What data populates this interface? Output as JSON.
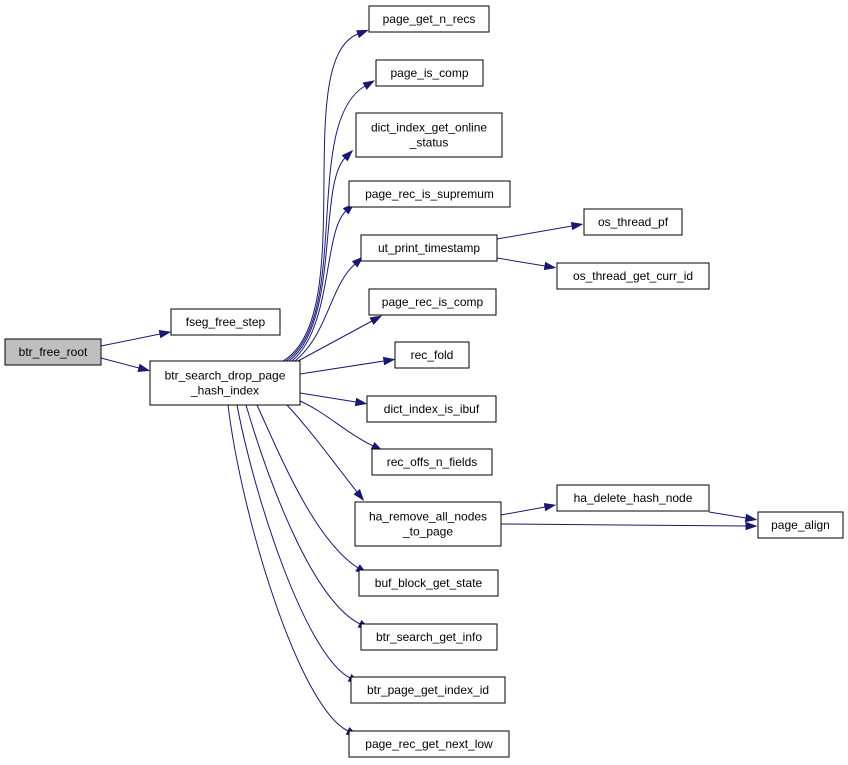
{
  "graph": {
    "root": "btr_free_root",
    "edge_color": "#191970",
    "root_fill": "#bfbfbf",
    "nodes": [
      {
        "id": "btr_free_root",
        "lines": [
          "btr_free_root"
        ]
      },
      {
        "id": "fseg_free_step",
        "lines": [
          "fseg_free_step"
        ]
      },
      {
        "id": "btr_search_drop_page_hash_index",
        "lines": [
          "btr_search_drop_page",
          "_hash_index"
        ]
      },
      {
        "id": "page_get_n_recs",
        "lines": [
          "page_get_n_recs"
        ]
      },
      {
        "id": "page_is_comp",
        "lines": [
          "page_is_comp"
        ]
      },
      {
        "id": "dict_index_get_online_status",
        "lines": [
          "dict_index_get_online",
          "_status"
        ]
      },
      {
        "id": "page_rec_is_supremum",
        "lines": [
          "page_rec_is_supremum"
        ]
      },
      {
        "id": "ut_print_timestamp",
        "lines": [
          "ut_print_timestamp"
        ]
      },
      {
        "id": "os_thread_pf",
        "lines": [
          "os_thread_pf"
        ]
      },
      {
        "id": "os_thread_get_curr_id",
        "lines": [
          "os_thread_get_curr_id"
        ]
      },
      {
        "id": "page_rec_is_comp",
        "lines": [
          "page_rec_is_comp"
        ]
      },
      {
        "id": "rec_fold",
        "lines": [
          "rec_fold"
        ]
      },
      {
        "id": "dict_index_is_ibuf",
        "lines": [
          "dict_index_is_ibuf"
        ]
      },
      {
        "id": "rec_offs_n_fields",
        "lines": [
          "rec_offs_n_fields"
        ]
      },
      {
        "id": "ha_remove_all_nodes_to_page",
        "lines": [
          "ha_remove_all_nodes",
          "_to_page"
        ]
      },
      {
        "id": "ha_delete_hash_node",
        "lines": [
          "ha_delete_hash_node"
        ]
      },
      {
        "id": "page_align",
        "lines": [
          "page_align"
        ]
      },
      {
        "id": "buf_block_get_state",
        "lines": [
          "buf_block_get_state"
        ]
      },
      {
        "id": "btr_search_get_info",
        "lines": [
          "btr_search_get_info"
        ]
      },
      {
        "id": "btr_page_get_index_id",
        "lines": [
          "btr_page_get_index_id"
        ]
      },
      {
        "id": "page_rec_get_next_low",
        "lines": [
          "page_rec_get_next_low"
        ]
      }
    ],
    "edges": [
      [
        "btr_free_root",
        "fseg_free_step"
      ],
      [
        "btr_free_root",
        "btr_search_drop_page_hash_index"
      ],
      [
        "btr_search_drop_page_hash_index",
        "page_get_n_recs"
      ],
      [
        "btr_search_drop_page_hash_index",
        "page_is_comp"
      ],
      [
        "btr_search_drop_page_hash_index",
        "dict_index_get_online_status"
      ],
      [
        "btr_search_drop_page_hash_index",
        "page_rec_is_supremum"
      ],
      [
        "btr_search_drop_page_hash_index",
        "ut_print_timestamp"
      ],
      [
        "btr_search_drop_page_hash_index",
        "page_rec_is_comp"
      ],
      [
        "btr_search_drop_page_hash_index",
        "rec_fold"
      ],
      [
        "btr_search_drop_page_hash_index",
        "dict_index_is_ibuf"
      ],
      [
        "btr_search_drop_page_hash_index",
        "rec_offs_n_fields"
      ],
      [
        "btr_search_drop_page_hash_index",
        "ha_remove_all_nodes_to_page"
      ],
      [
        "btr_search_drop_page_hash_index",
        "buf_block_get_state"
      ],
      [
        "btr_search_drop_page_hash_index",
        "btr_search_get_info"
      ],
      [
        "btr_search_drop_page_hash_index",
        "btr_page_get_index_id"
      ],
      [
        "btr_search_drop_page_hash_index",
        "page_rec_get_next_low"
      ],
      [
        "ut_print_timestamp",
        "os_thread_pf"
      ],
      [
        "ut_print_timestamp",
        "os_thread_get_curr_id"
      ],
      [
        "ha_remove_all_nodes_to_page",
        "ha_delete_hash_node"
      ],
      [
        "ha_remove_all_nodes_to_page",
        "page_align"
      ],
      [
        "ha_delete_hash_node",
        "page_align"
      ]
    ]
  }
}
